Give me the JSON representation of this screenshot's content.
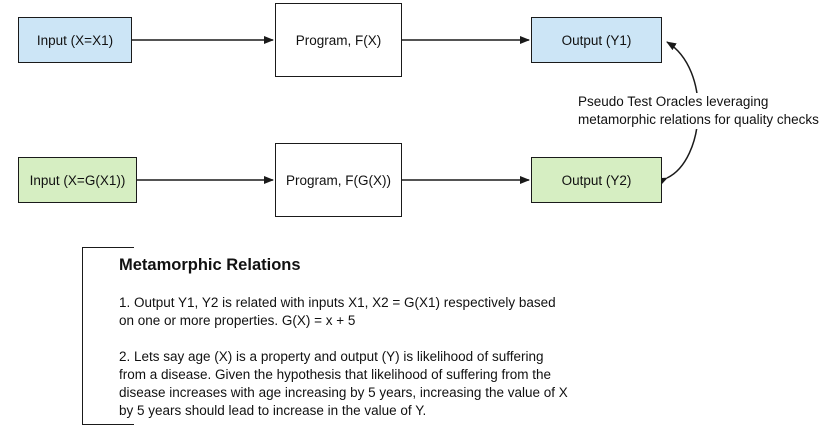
{
  "row1": {
    "input": "Input (X=X1)",
    "program": "Program, F(X)",
    "output": "Output (Y1)"
  },
  "row2": {
    "input": "Input (X=G(X1))",
    "program": "Program, F(G(X))",
    "output": "Output (Y2)"
  },
  "oracle_label": {
    "line1": "Pseudo Test Oracles leveraging",
    "line2": "metamorphic relations for quality checks"
  },
  "metamorphic_relations": {
    "title": "Metamorphic Relations",
    "item1_lines": [
      "1. Output Y1, Y2 is related with inputs X1, X2 = G(X1) respectively based",
      "on one or more properties. G(X) = x + 5"
    ],
    "item2_lines": [
      "2. Lets say age (X) is a property and output (Y) is likelihood of suffering",
      "from a disease. Given the hypothesis that likelihood of suffering from the",
      "disease increases with age increasing by 5 years, increasing the value of X",
      "by 5 years should lead to increase in the value of Y."
    ]
  },
  "colors": {
    "input_output_row1": "#cce5f6",
    "input_output_row2": "#d6eec2",
    "program_fill": "#ffffff",
    "stroke": "#1a1a1a"
  }
}
